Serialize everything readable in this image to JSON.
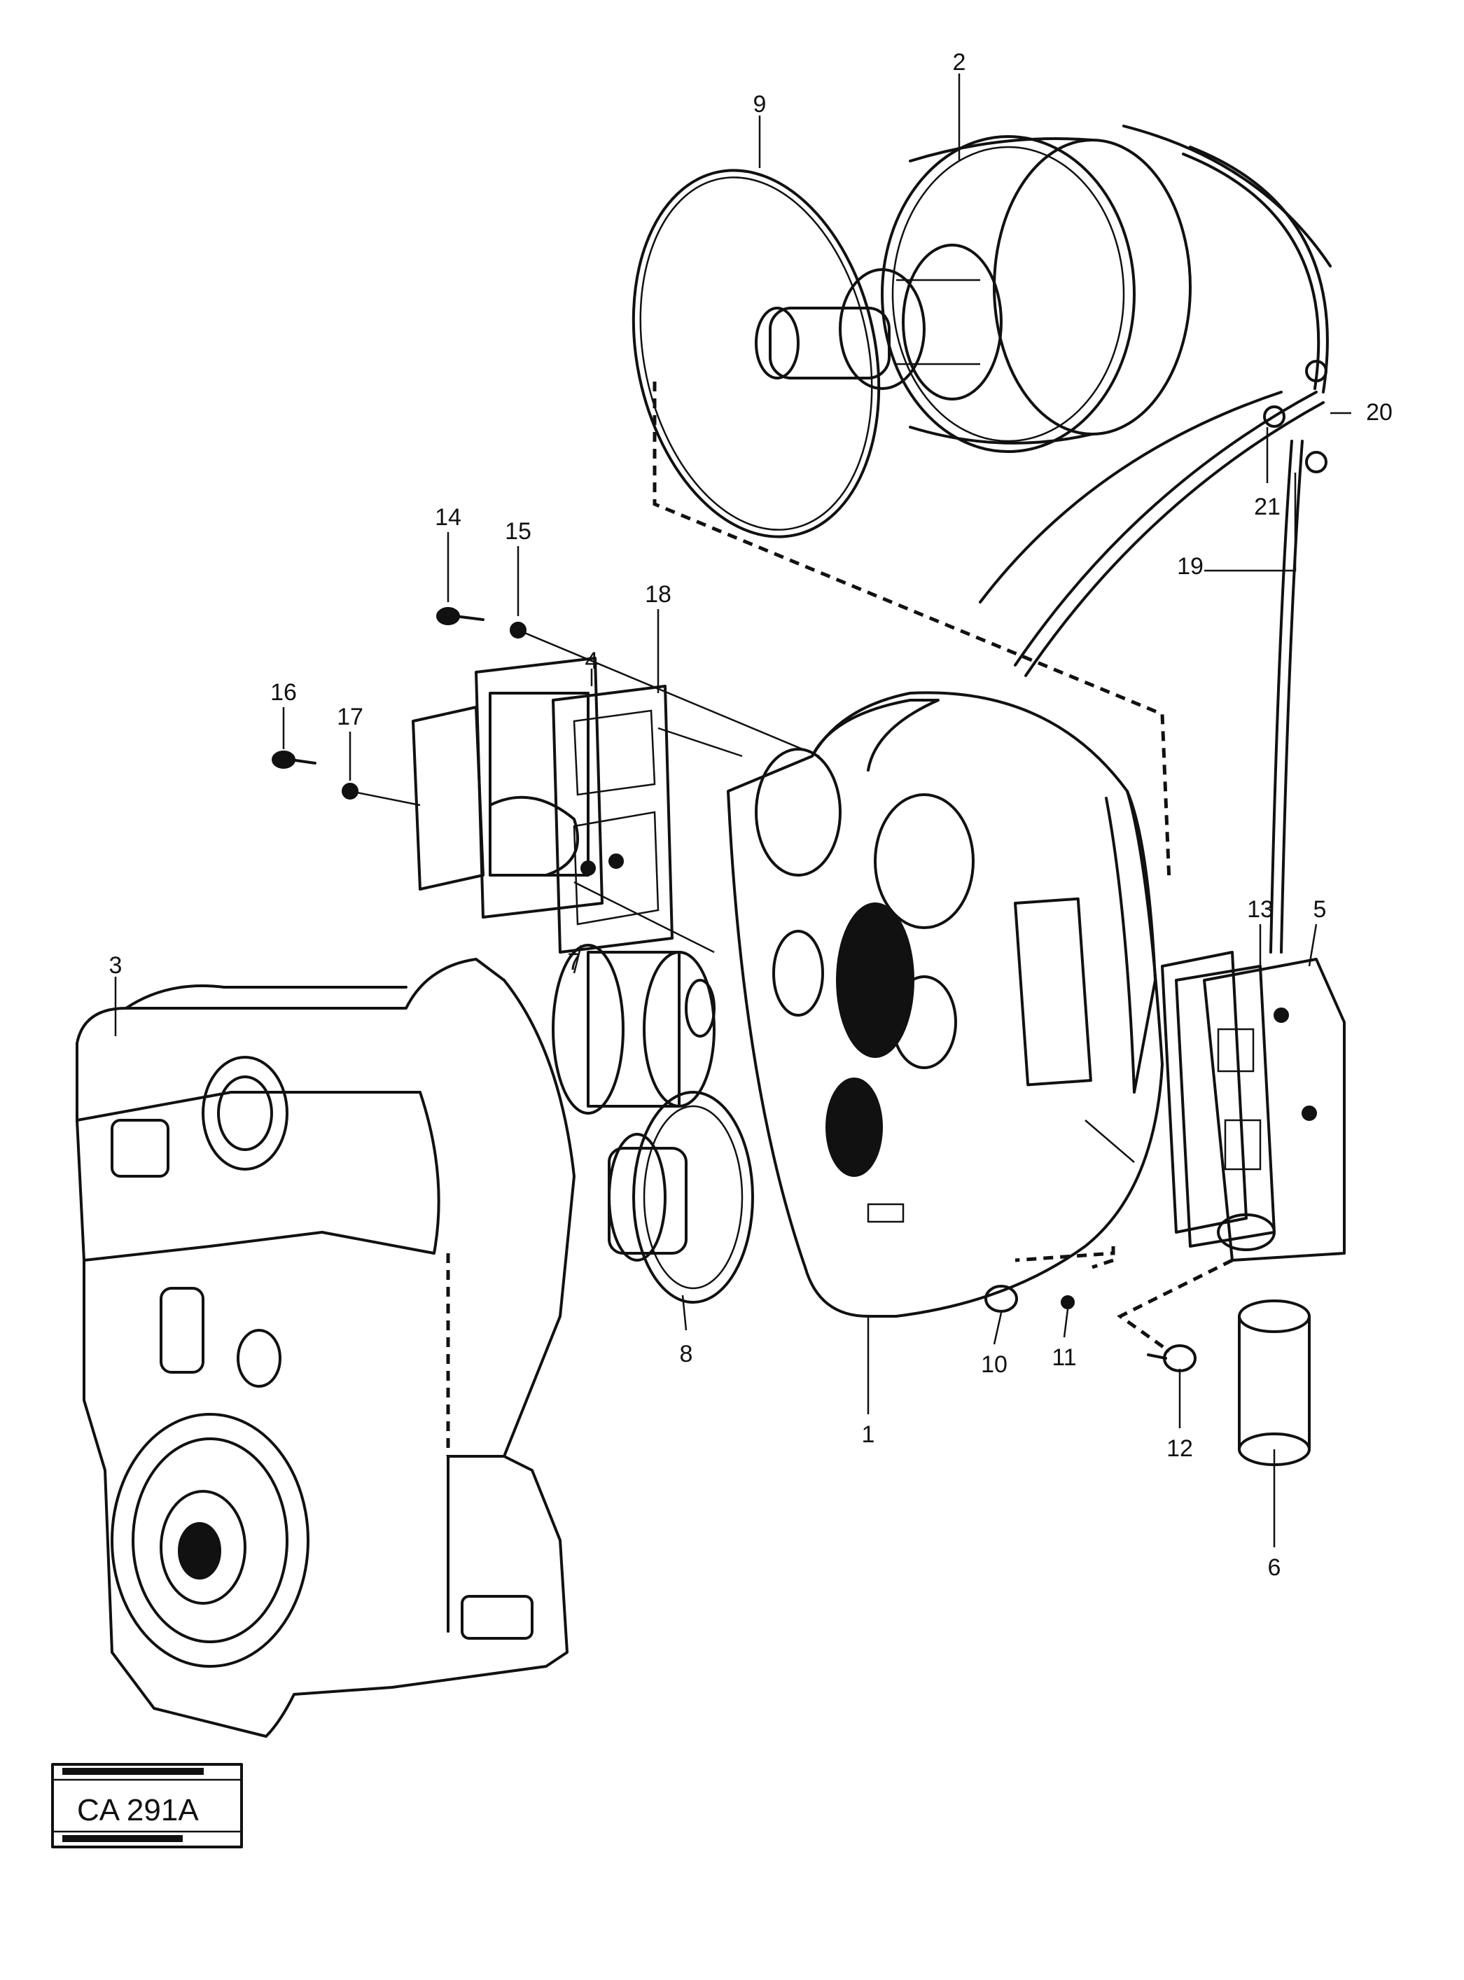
{
  "callouts": [
    {
      "id": "c1",
      "text": "1"
    },
    {
      "id": "c2",
      "text": "2"
    },
    {
      "id": "c3",
      "text": "3"
    },
    {
      "id": "c4",
      "text": "4"
    },
    {
      "id": "c5",
      "text": "5"
    },
    {
      "id": "c6",
      "text": "6"
    },
    {
      "id": "c7",
      "text": "7"
    },
    {
      "id": "c8",
      "text": "8"
    },
    {
      "id": "c9",
      "text": "9"
    },
    {
      "id": "c10",
      "text": "10"
    },
    {
      "id": "c11",
      "text": "11"
    },
    {
      "id": "c12",
      "text": "12"
    },
    {
      "id": "c13",
      "text": "13"
    },
    {
      "id": "c14",
      "text": "14"
    },
    {
      "id": "c15",
      "text": "15"
    },
    {
      "id": "c16",
      "text": "16"
    },
    {
      "id": "c17",
      "text": "17"
    },
    {
      "id": "c18",
      "text": "18"
    },
    {
      "id": "c19",
      "text": "19"
    },
    {
      "id": "c20",
      "text": "20"
    },
    {
      "id": "c21",
      "text": "21"
    }
  ],
  "stamp": {
    "code": "CA 291A"
  }
}
